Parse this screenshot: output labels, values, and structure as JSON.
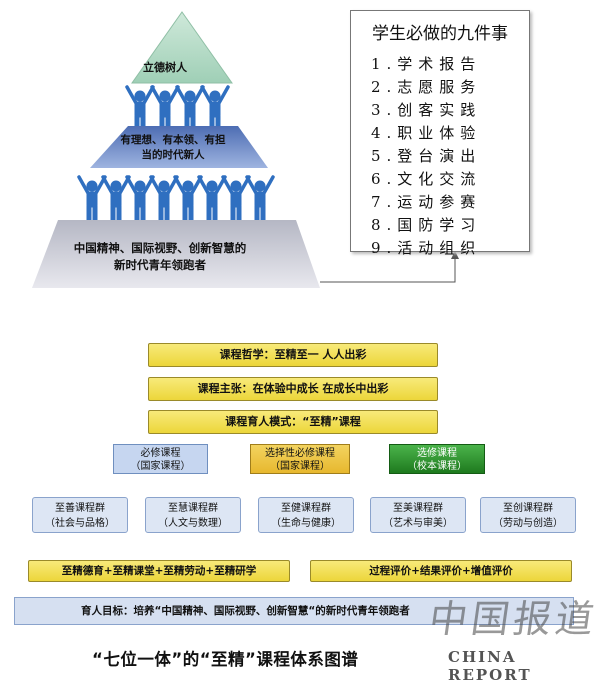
{
  "pyramid": {
    "top": "立德树人",
    "middle": [
      "有理想、有本领、有担",
      "当的时代新人"
    ],
    "bottom": [
      "中国精神、国际视野、创新智慧的",
      "新时代青年领跑者"
    ]
  },
  "nine_things": {
    "title": "学生必做的九件事",
    "items": [
      "1.学术报告",
      "2.志愿服务",
      "3.创客实践",
      "4.职业体验",
      "5.登台演出",
      "6.文化交流",
      "7.运动参赛",
      "8.国防学习",
      "9.活动组织"
    ]
  },
  "curriculum": {
    "philosophy": "课程哲学：至精至一 人人出彩",
    "proposition": "课程主张：在体验中成长 在成长中出彩",
    "mode": "课程育人模式：“至精”课程",
    "types": [
      {
        "line1": "必修课程",
        "line2": "（国家课程）"
      },
      {
        "line1": "选择性必修课程",
        "line2": "（国家课程）"
      },
      {
        "line1": "选修课程",
        "line2": "（校本课程）"
      }
    ],
    "groups": [
      {
        "line1": "至善课程群",
        "line2": "（社会与品格）"
      },
      {
        "line1": "至慧课程群",
        "line2": "（人文与数理）"
      },
      {
        "line1": "至健课程群",
        "line2": "（生命与健康）"
      },
      {
        "line1": "至美课程群",
        "line2": "（艺术与审美）"
      },
      {
        "line1": "至创课程群",
        "line2": "（劳动与创造）"
      }
    ],
    "precise": "至精德育+至精课堂+至精劳动+至精研学",
    "evaluation": "过程评价+结果评价+增值评价",
    "goal": "育人目标：培养“中国精神、国际视野、创新智慧“的新时代青年领跑者"
  },
  "caption": "“七位一体”的“至精”课程体系图谱",
  "watermark": {
    "chinese": "中国报道",
    "english": "CHINA REPORT"
  },
  "colors": {
    "pyramid_top": "#b8dcc8",
    "pyramid_middle": "#6f89c4",
    "pyramid_bottom": "#c9c9d2",
    "people": "#2f6fc0",
    "bar_yellow": "#f3e35a",
    "required_blue": "#c6d6f0",
    "elective_orange": "#eec53a",
    "school_green": "#2e8b2e",
    "group_blue": "#dde6f4"
  }
}
